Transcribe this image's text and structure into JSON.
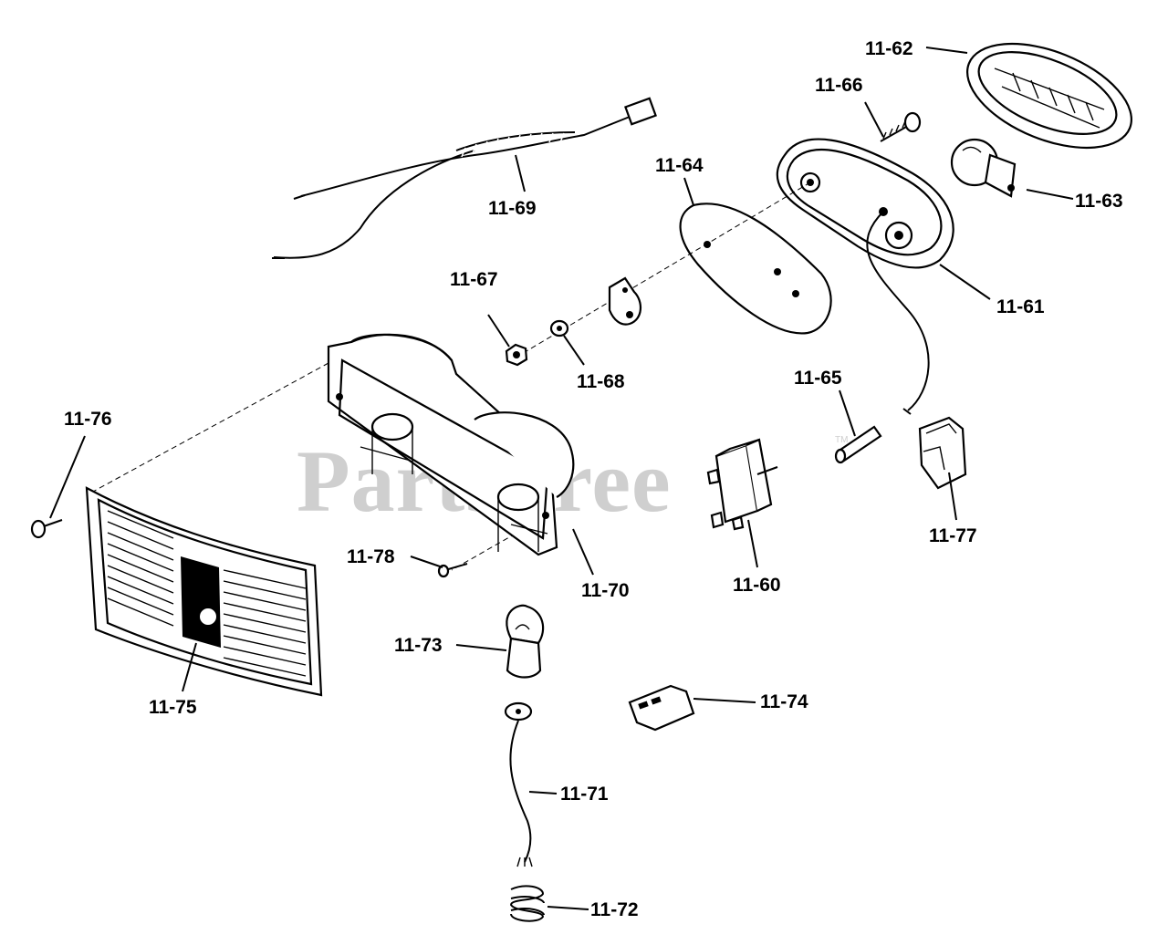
{
  "watermark": {
    "text": "PartsTree",
    "trademark": "TM"
  },
  "callouts": {
    "c60": "11-60",
    "c61": "11-61",
    "c62": "11-62",
    "c63": "11-63",
    "c64": "11-64",
    "c65": "11-65",
    "c66": "11-66",
    "c67": "11-67",
    "c68": "11-68",
    "c69": "11-69",
    "c70": "11-70",
    "c71": "11-71",
    "c72": "11-72",
    "c73": "11-73",
    "c74": "11-74",
    "c75": "11-75",
    "c76": "11-76",
    "c77": "11-77",
    "c78": "11-78"
  }
}
